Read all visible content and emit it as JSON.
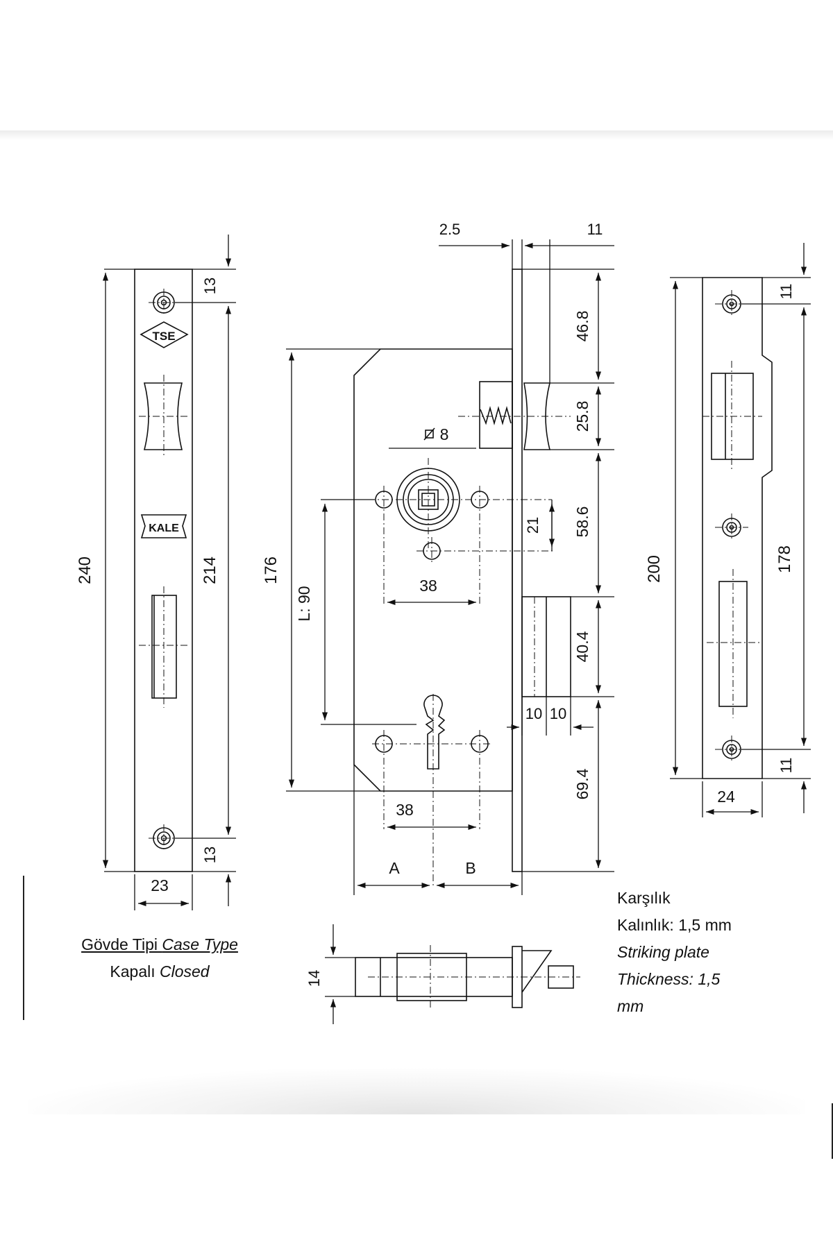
{
  "front_plate": {
    "width": "23",
    "height": "240",
    "screw_pitch": "214",
    "top_offset": "13",
    "bottom_offset": "13",
    "logo_tse": "TSE",
    "logo_kale": "KALE"
  },
  "lock_body": {
    "forend_thickness": "2.5",
    "latch_projection": "11",
    "top_to_latch": "46.8",
    "latch_height": "25.8",
    "latch_to_deadbolt": "58.6",
    "deadbolt_height": "40.4",
    "bottom_to_deadbolt": "69.4",
    "spindle_square": "8",
    "handle_hole_spacing": "38",
    "spindle_offset": "21",
    "keyhole_hole_spacing": "38",
    "backset_label": "L: 90",
    "body_height": "176",
    "deadbolt_throw_1": "10",
    "deadbolt_throw_2": "10",
    "backset_a": "A",
    "backset_b": "B",
    "case_depth": "14"
  },
  "striking_plate": {
    "height": "200",
    "screw_pitch": "178",
    "top_offset": "11",
    "bottom_offset": "11",
    "width": "24"
  },
  "notes": {
    "case_type_tr": "Gövde Tipi",
    "case_type_en": "Case Type",
    "closed_tr": "Kapalı",
    "closed_en": "Closed",
    "plate_tr_line1": "Karşılık",
    "plate_tr_line2": "Kalınlık: 1,5 mm",
    "plate_en_line1": "Striking plate",
    "plate_en_line2": "Thickness: 1,5",
    "plate_en_line3": "mm"
  },
  "colors": {
    "line": "#111111",
    "background": "#ffffff"
  }
}
